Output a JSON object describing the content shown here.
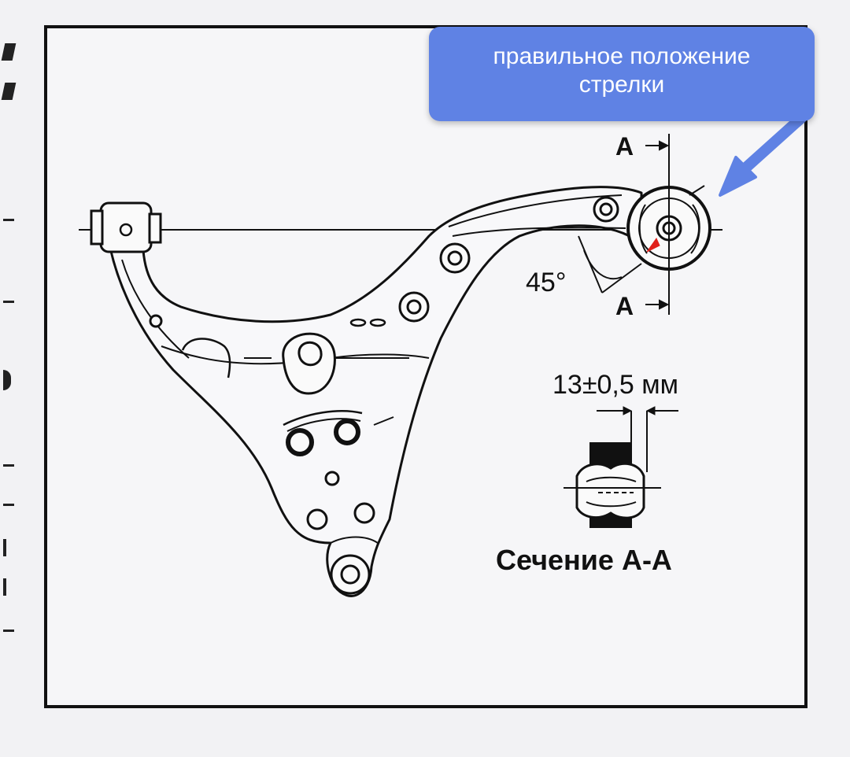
{
  "callout": {
    "line1": "правильное  положение",
    "line2": "стрелки"
  },
  "labels": {
    "section_top": "A",
    "section_bottom": "A",
    "angle": "45°",
    "dimension": "13±0,5 мм",
    "section_caption": "Сечение А-А"
  },
  "colors": {
    "callout_bg": "#5f82e4",
    "arrow_marker": "#e0201a"
  }
}
